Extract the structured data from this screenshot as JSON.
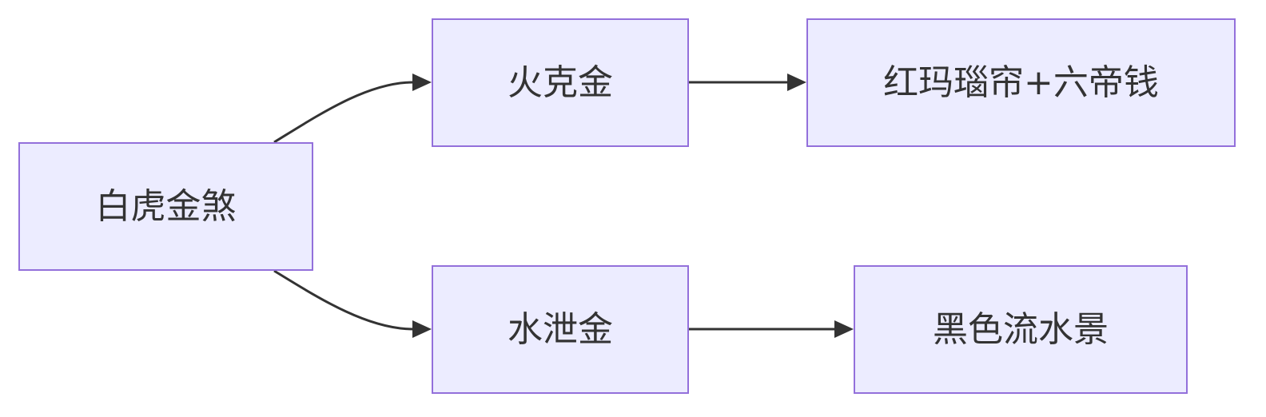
{
  "diagram": {
    "type": "flowchart",
    "direction": "left-to-right",
    "colors": {
      "node_fill": "#ececff",
      "node_border": "#9370db",
      "edge": "#333333",
      "text": "#333333"
    },
    "nodes": {
      "root": "白虎金煞",
      "fire": "火克金",
      "water": "水泄金",
      "red": "红玛瑙帘+六帝钱",
      "black": "黑色流水景"
    },
    "edges": [
      {
        "from": "root",
        "to": "fire"
      },
      {
        "from": "root",
        "to": "water"
      },
      {
        "from": "fire",
        "to": "red"
      },
      {
        "from": "water",
        "to": "black"
      }
    ]
  }
}
